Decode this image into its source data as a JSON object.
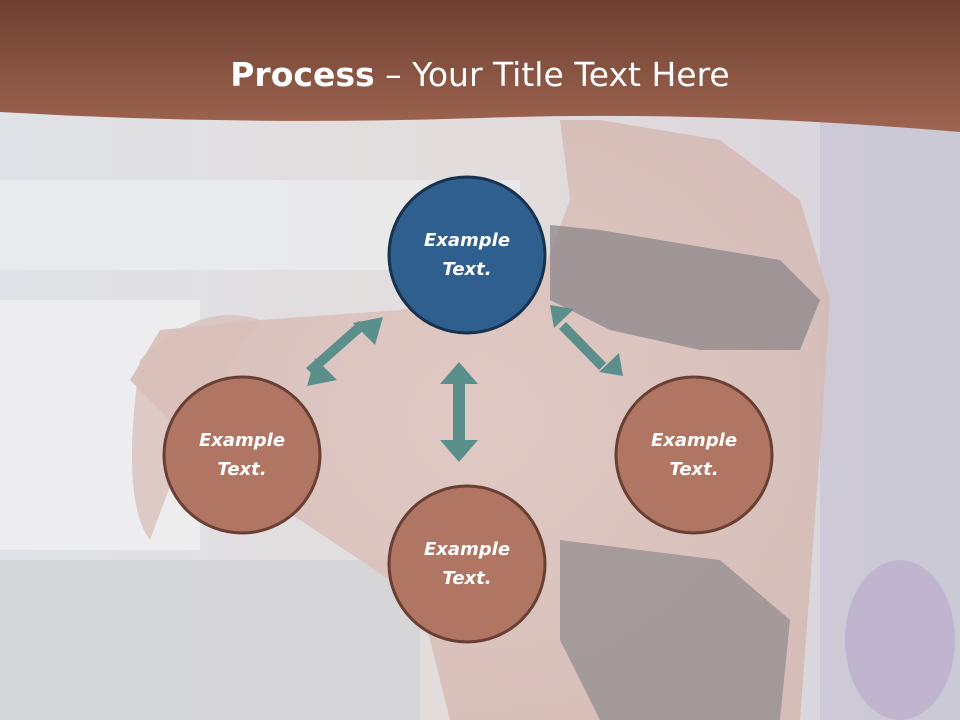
{
  "slide": {
    "title_bold": "Process",
    "title_rest": " – Your Title Text Here"
  },
  "diagram": {
    "nodes": [
      {
        "id": "top",
        "label_line1": "Example",
        "label_line2": "Text.",
        "color": "#2E5F8E"
      },
      {
        "id": "left",
        "label_line1": "Example",
        "label_line2": "Text.",
        "color": "#B07563"
      },
      {
        "id": "bottom",
        "label_line1": "Example",
        "label_line2": "Text.",
        "color": "#B07563"
      },
      {
        "id": "right",
        "label_line1": "Example",
        "label_line2": "Text.",
        "color": "#B07563"
      }
    ],
    "arrow_color": "#5B8F8B",
    "header_color": "#8C5340",
    "node_border_color": "#6A3F33"
  }
}
